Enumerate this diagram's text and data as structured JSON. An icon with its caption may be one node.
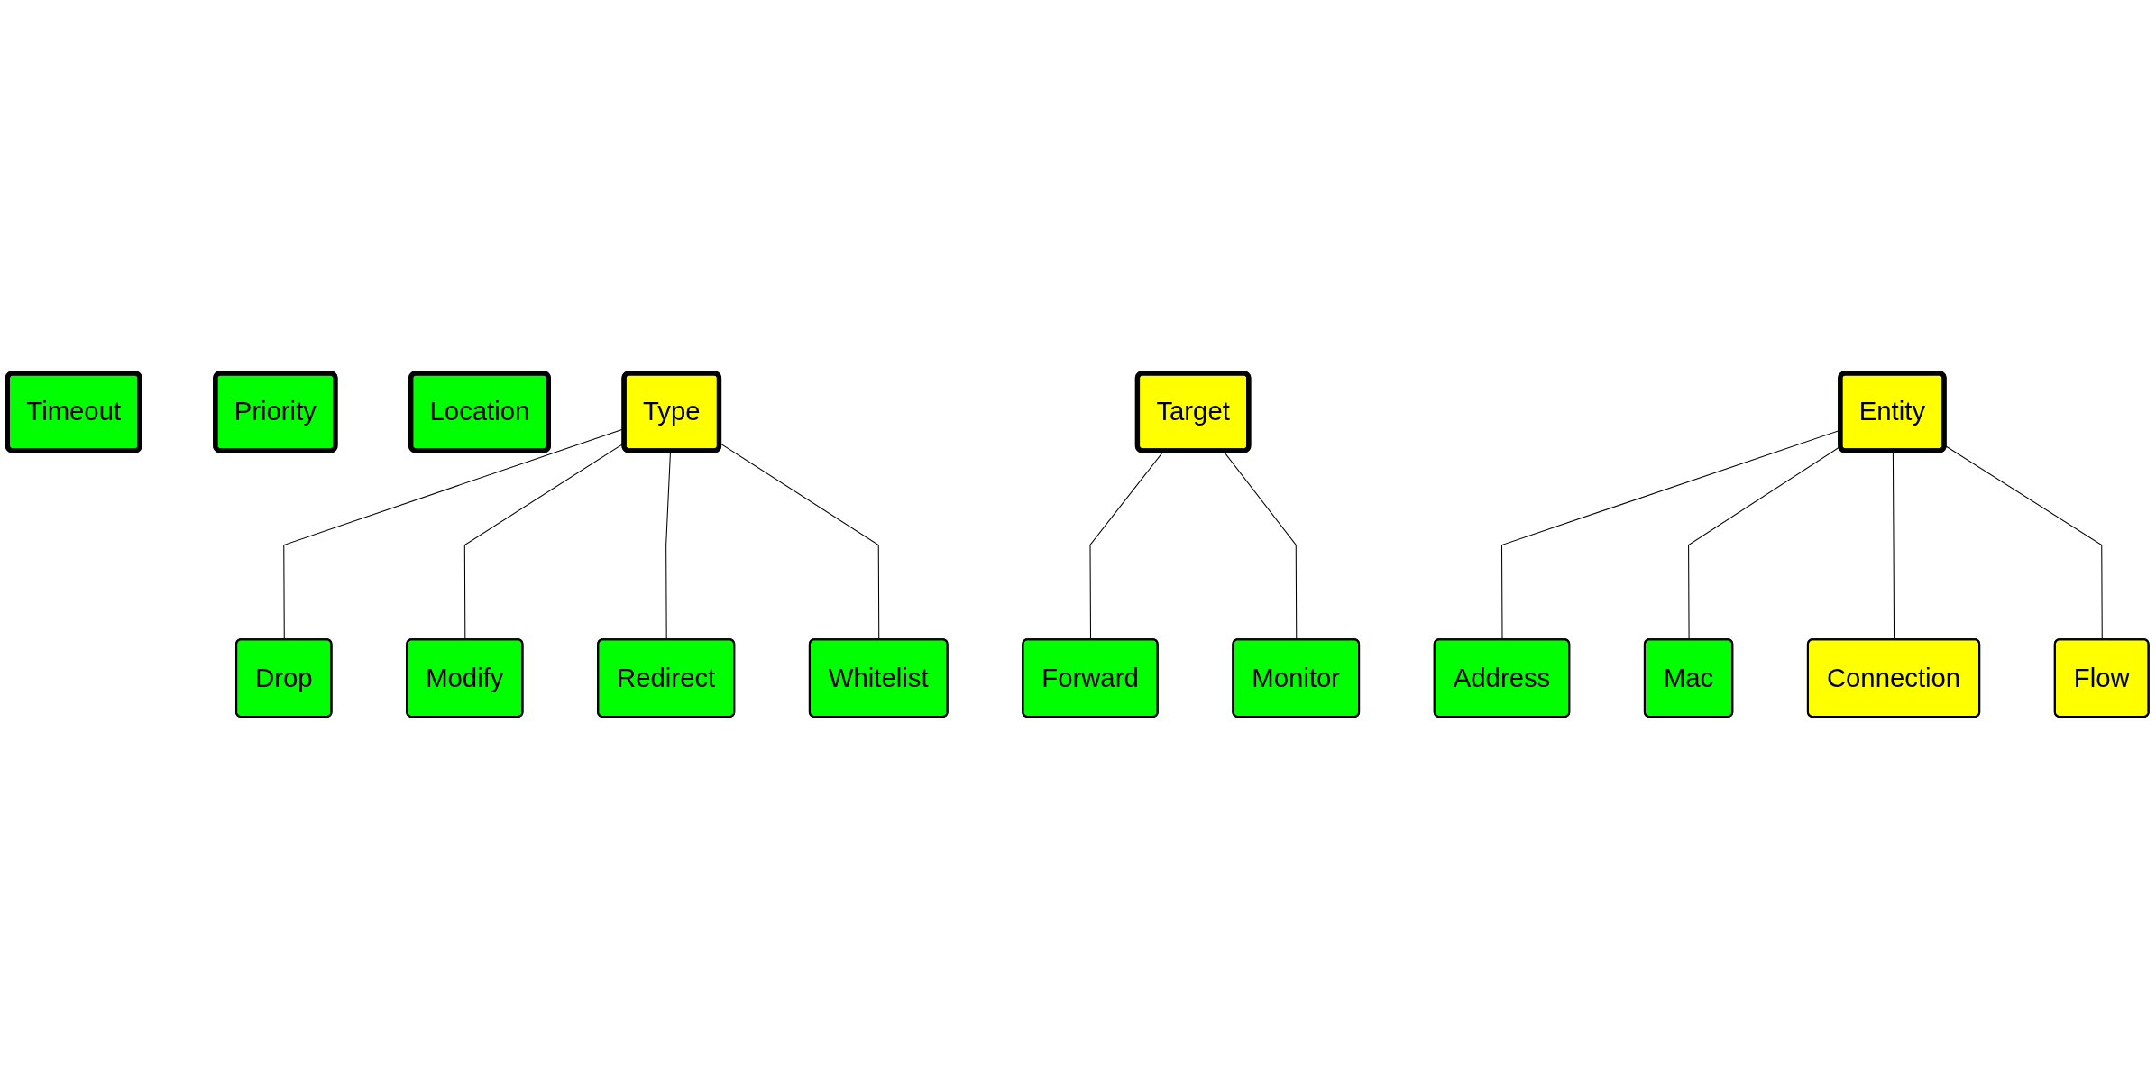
{
  "diagram": {
    "nodes": [
      {
        "text": [
          "Type"
        ]
      },
      {
        "text": [
          "Target"
        ]
      },
      {
        "text": [
          "Drop"
        ]
      },
      {
        "text": [
          "Modify"
        ]
      },
      {
        "text": [
          "Redirect"
        ]
      },
      {
        "text": [
          "Whitelist"
        ]
      },
      {
        "text": [
          "Forward"
        ]
      },
      {
        "text": [
          "Monitor"
        ]
      },
      {
        "text": [
          "Timeout"
        ]
      },
      {
        "text": [
          "Entity"
        ]
      },
      {
        "text": [
          "Priority"
        ]
      },
      {
        "text": [
          "Address"
        ]
      },
      {
        "text": [
          "Mac"
        ]
      },
      {
        "text": [
          "Connection"
        ]
      },
      {
        "text": [
          "Flow"
        ]
      },
      {
        "text": [
          "Location"
        ]
      }
    ],
    "edges": [
      {
        "from": 0,
        "to": 2,
        "arrow": "none"
      },
      {
        "from": 0,
        "to": 3,
        "arrow": "none"
      },
      {
        "from": 0,
        "to": 4,
        "arrow": "none"
      },
      {
        "from": 0,
        "to": 5,
        "arrow": "none"
      },
      {
        "from": 1,
        "to": 6,
        "arrow": "none"
      },
      {
        "from": 1,
        "to": 7,
        "arrow": "none"
      },
      {
        "from": 9,
        "to": 11,
        "arrow": "none"
      },
      {
        "from": 9,
        "to": 12,
        "arrow": "none"
      },
      {
        "from": 9,
        "to": 13,
        "arrow": "none"
      },
      {
        "from": 9,
        "to": 14,
        "arrow": "none"
      }
    ]
  }
}
